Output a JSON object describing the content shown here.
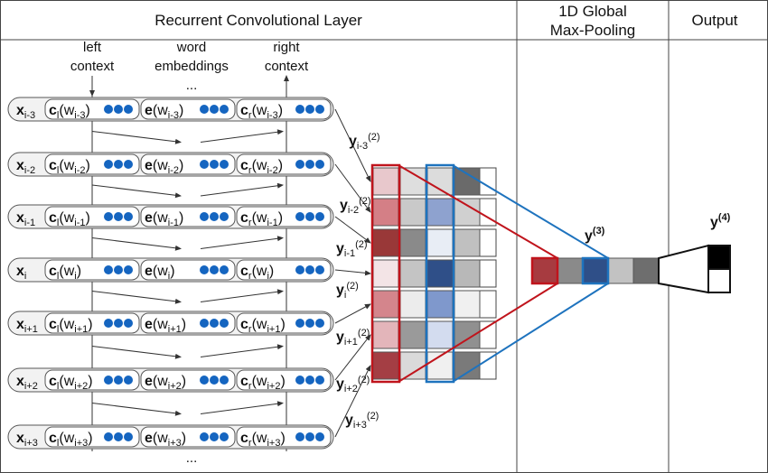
{
  "header": {
    "rcl_title": "Recurrent Convolutional Layer",
    "pool_title_line1": "1D Global",
    "pool_title_line2": "Max-Pooling",
    "output_title": "Output"
  },
  "labels": {
    "left_context_1": "left",
    "left_context_2": "context",
    "word_emb_1": "word",
    "word_emb_2": "embeddings",
    "right_context_1": "right",
    "right_context_2": "context",
    "ellipsis": "...",
    "y3": "y",
    "y3_sup": "(3)",
    "y4": "y",
    "y4_sup": "(4)"
  },
  "rows": [
    {
      "x_sub": "i-3",
      "w_sub": "i-3",
      "y_sub": "i-3",
      "y_sup": "(2)"
    },
    {
      "x_sub": "i-2",
      "w_sub": "i-2",
      "y_sub": "i-2",
      "y_sup": "(2)"
    },
    {
      "x_sub": "i-1",
      "w_sub": "i-1",
      "y_sub": "i-1",
      "y_sup": "(2)"
    },
    {
      "x_sub": "i",
      "w_sub": "i",
      "y_sub": "i",
      "y_sup": "(2)"
    },
    {
      "x_sub": "i+1",
      "w_sub": "i+1",
      "y_sub": "i+1",
      "y_sup": "(2)"
    },
    {
      "x_sub": "i+2",
      "w_sub": "i+2",
      "y_sub": "i+2",
      "y_sup": "(2)"
    },
    {
      "x_sub": "i+3",
      "w_sub": "i+3",
      "y_sub": "i+3",
      "y_sup": "(2)"
    }
  ],
  "feature_map": [
    [
      "#e8c8cc",
      "#dedede",
      "#dcdcdc",
      "#6a6a6a"
    ],
    [
      "#d47f86",
      "#c9c9c9",
      "#8ea2cf",
      "#d0d0d0"
    ],
    [
      "#993838",
      "#8a8a8a",
      "#e8edf5",
      "#c0c0c0"
    ],
    [
      "#f3e4e6",
      "#c4c4c4",
      "#2f4f88",
      "#b8b8b8"
    ],
    [
      "#d4858c",
      "#ececec",
      "#7f98cc",
      "#f0f0f0"
    ],
    [
      "#e3b5ba",
      "#9a9a9a",
      "#d3dcef",
      "#909090"
    ],
    [
      "#a43e44",
      "#dadada",
      "#f0f0f0",
      "#7a7a7a"
    ]
  ],
  "pooled": [
    "#a73b40",
    "#8a8a8a",
    "#2f4f88",
    "#c2c2c2",
    "#6e6e6e"
  ],
  "output": [
    "#000000",
    "#ffffff"
  ],
  "colors": {
    "red": "#c0141c",
    "blue": "#1e73be",
    "dot": "#1565c0"
  }
}
